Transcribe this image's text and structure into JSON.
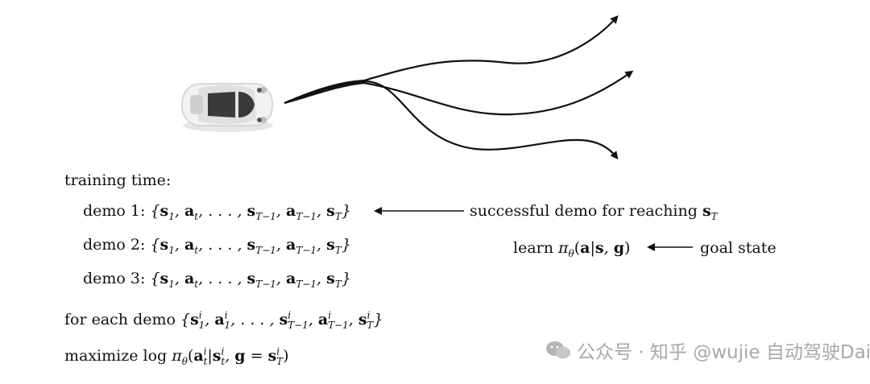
{
  "training_header": "training time:",
  "demos": [
    {
      "label": "demo 1:"
    },
    {
      "label": "demo 2:"
    },
    {
      "label": "demo 3:"
    }
  ],
  "annotation_success": "successful demo for reaching",
  "learn_label": "learn",
  "goal_label": "goal state",
  "for_each": "for each demo",
  "maximize": "maximize log",
  "watermark": "公众号 · 知乎 @wujie 自动驾驶Daily",
  "colors": {
    "ink": "#111111",
    "car_body": "#f2f2f2",
    "car_glass": "#3a3a3a",
    "watermark": "#9a9a9a"
  }
}
